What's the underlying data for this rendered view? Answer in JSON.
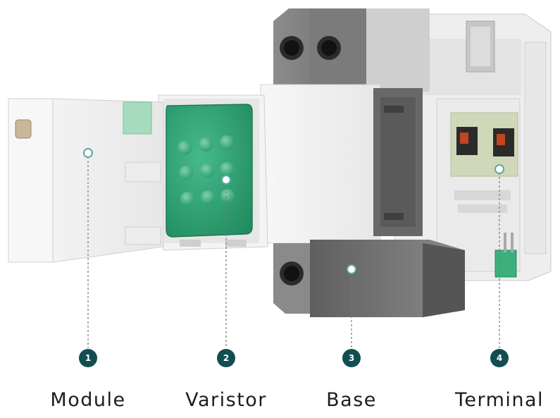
{
  "callouts": [
    {
      "number": "1",
      "label": "Module"
    },
    {
      "number": "2",
      "label": "Varistor"
    },
    {
      "number": "3",
      "label": "Base"
    },
    {
      "number": "4",
      "label": "Terminal"
    }
  ],
  "colors": {
    "callout_badge": "#124d52",
    "varistor_green": "#2fa679",
    "base_gray": "#6f6f6f",
    "module_white": "#f1f2f1",
    "label_text": "#1d1d1d"
  }
}
